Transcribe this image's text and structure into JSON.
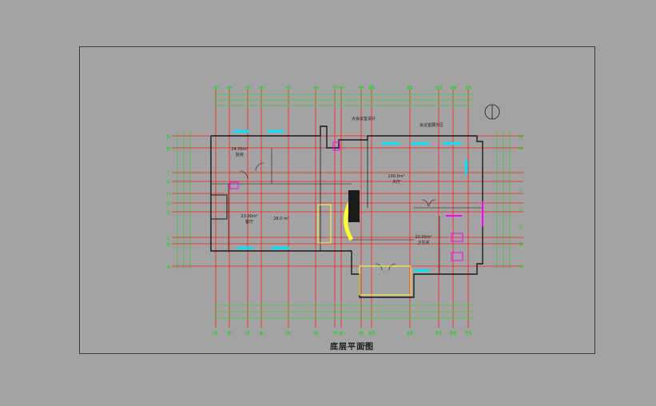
{
  "drawing": {
    "title": "底层平面图",
    "scale": "1/0",
    "colors": {
      "canvas": "#a3a3a3",
      "grid_axis": "#ff1a1a",
      "dimension": "#00e000",
      "wall": "#1a1a1a",
      "window": "#00e5ff",
      "stair": "#ffff33",
      "fixture": "#ff00ff"
    },
    "grid_cols": [
      "1",
      "2",
      "3",
      "4",
      "5",
      "6",
      "7",
      "8",
      "9",
      "10",
      "12",
      "13",
      "14",
      "15"
    ],
    "grid_rows": [
      "N",
      "M",
      "L",
      "K",
      "H",
      "G",
      "E",
      "C",
      "B",
      "A"
    ],
    "grid_rows_right": [
      "N",
      "M",
      "J",
      "F",
      "D",
      "B",
      "A"
    ],
    "rooms": [
      {
        "label": "24.00m²",
        "sub": "卧房"
      },
      {
        "label": "23.00m²",
        "sub": "客厅"
      },
      {
        "label": "28.0 m²",
        "sub": ""
      },
      {
        "label": "100.0m²",
        "sub": "大厅"
      },
      {
        "label": "10.00m²",
        "sub": "卫生间"
      }
    ],
    "notes": [
      "大会议室设计",
      "会议室展示区"
    ]
  }
}
